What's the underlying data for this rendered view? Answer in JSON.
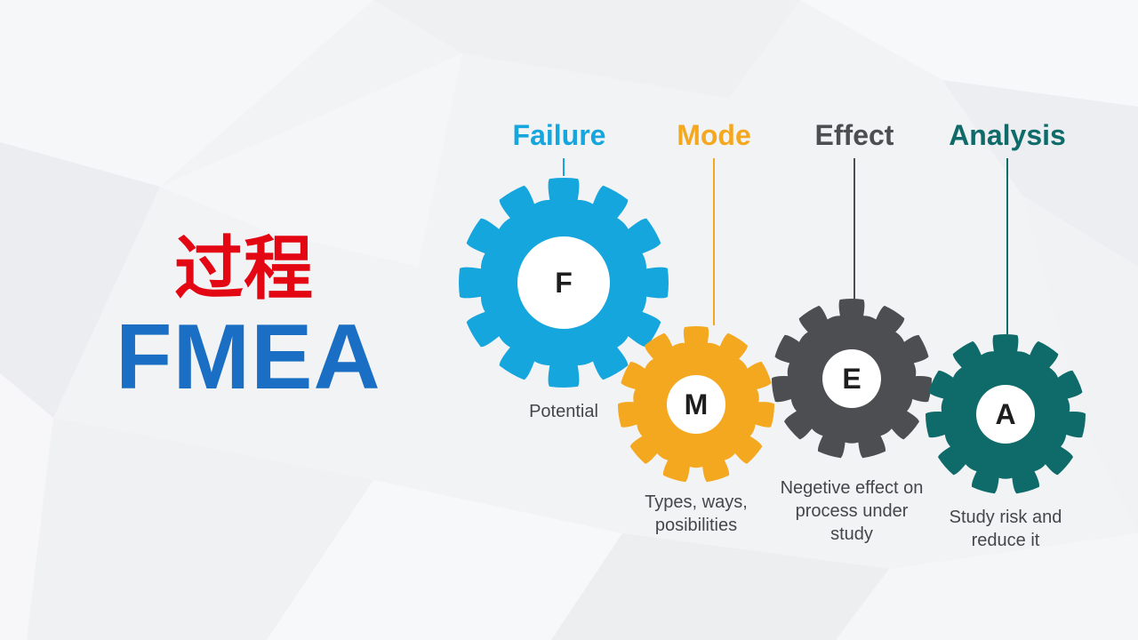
{
  "title": {
    "chinese": "过程",
    "english": "FMEA",
    "chinese_color": "#e30613",
    "english_color": "#1a6fc4"
  },
  "steps": [
    {
      "key": "failure",
      "heading": "Failure",
      "letter": "F",
      "caption": "Potential",
      "color": "#16a6de"
    },
    {
      "key": "mode",
      "heading": "Mode",
      "letter": "M",
      "caption": "Types, ways, posibilities",
      "color": "#f4a820"
    },
    {
      "key": "effect",
      "heading": "Effect",
      "letter": "E",
      "caption": "Negetive effect on process under study",
      "color": "#4c4e52"
    },
    {
      "key": "analysis",
      "heading": "Analysis",
      "letter": "A",
      "caption": "Study risk and reduce it",
      "color": "#0f6b6a"
    }
  ]
}
